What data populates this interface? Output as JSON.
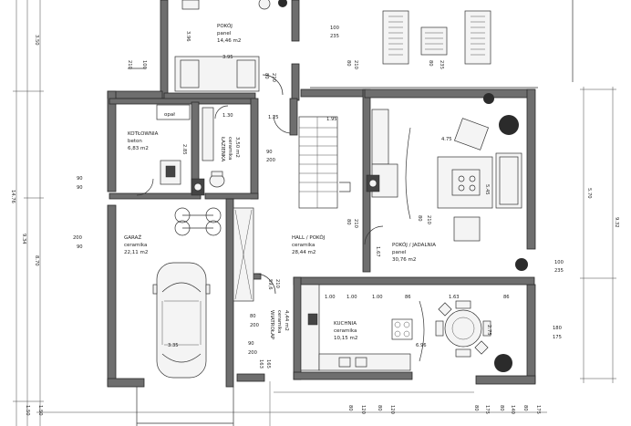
{
  "rooms": {
    "pokoj_top": {
      "name": "POKÓJ",
      "floor": "panel",
      "area": "14,46 m2"
    },
    "kotlownia": {
      "name": "KOTŁOWNIA",
      "floor": "beton",
      "area": "6,83 m2"
    },
    "opal": {
      "name": "opał"
    },
    "lazienka": {
      "name": "ŁAZIENKA",
      "floor": "ceramika",
      "area": "3,50 m2"
    },
    "garaz": {
      "name": "GARAŻ",
      "floor": "ceramika",
      "area": "22,11 m2"
    },
    "hall": {
      "name": "HALL / POKÓJ",
      "floor": "ceramika",
      "area": "28,44 m2"
    },
    "pokoj_jadalnia": {
      "name": "POKÓJ / JADALNIA",
      "floor": "panel",
      "area": "30,76 m2"
    },
    "kuchnia": {
      "name": "KUCHNIA",
      "floor": "ceramika",
      "area": "10,15 m2"
    },
    "wiatrolap": {
      "name": "WIATROŁAP",
      "floor": "ceramika",
      "area": "4,44 m2"
    }
  },
  "dims": {
    "d_396": "3.96",
    "d_395": "3.95",
    "d_100_top": "100",
    "d_235_top": "235",
    "d_210_a": "210",
    "d_100_a": "100",
    "d_80_a": "80",
    "d_210_b": "210",
    "d_80_b": "80",
    "d_210_c": "210",
    "d_80_c": "80",
    "d_235_c": "235",
    "d_130": "1.30",
    "d_125": "1.25",
    "d_195": "1.95",
    "d_475": "4.75",
    "d_285": "2.85",
    "d_90_a": "90",
    "d_200_a": "200",
    "d_90_l": "90",
    "d_90_l2": "90",
    "d_200_l": "200",
    "d_90_l3": "90",
    "d_80_st": "80",
    "d_210_st": "210",
    "d_80_st2": "80",
    "d_210_st2": "210",
    "d_545": "5.45",
    "d_167": "1.67",
    "d_100_r": "100",
    "d_235_r": "235",
    "d_180_r": "180",
    "d_175_r": "175",
    "d_570": "5.70",
    "d_932": "9.32",
    "d_350": "3.50",
    "d_147": "14.76",
    "d_934": "9.34",
    "d_870": "8.70",
    "d_150_l": "1.50",
    "d_150_l2": "1.50",
    "d_100_k": "1.00",
    "d_100_k2": "1.00",
    "d_100_k3": "1.00",
    "d_86_k": "86",
    "d_163": "1.63",
    "d_86_k2": "86",
    "d_275": "2.75",
    "d_696": "6.96",
    "d_335": "3.35",
    "d_80_w": "80",
    "d_200_w": "200",
    "d_90_w": "90",
    "d_200_w2": "200",
    "d_596": "59,6",
    "d_210_w": "210",
    "d_163_w": "163",
    "d_165_w": "165",
    "d_80_bot": "80",
    "d_120_bot": "120",
    "d_80_bot2": "80",
    "d_120_bot2": "120",
    "d_80_bot3": "80",
    "d_175_bot": "175",
    "d_80_bot4": "80",
    "d_140_bot": "140",
    "d_80_bot5": "80",
    "d_175_bot2": "175"
  }
}
